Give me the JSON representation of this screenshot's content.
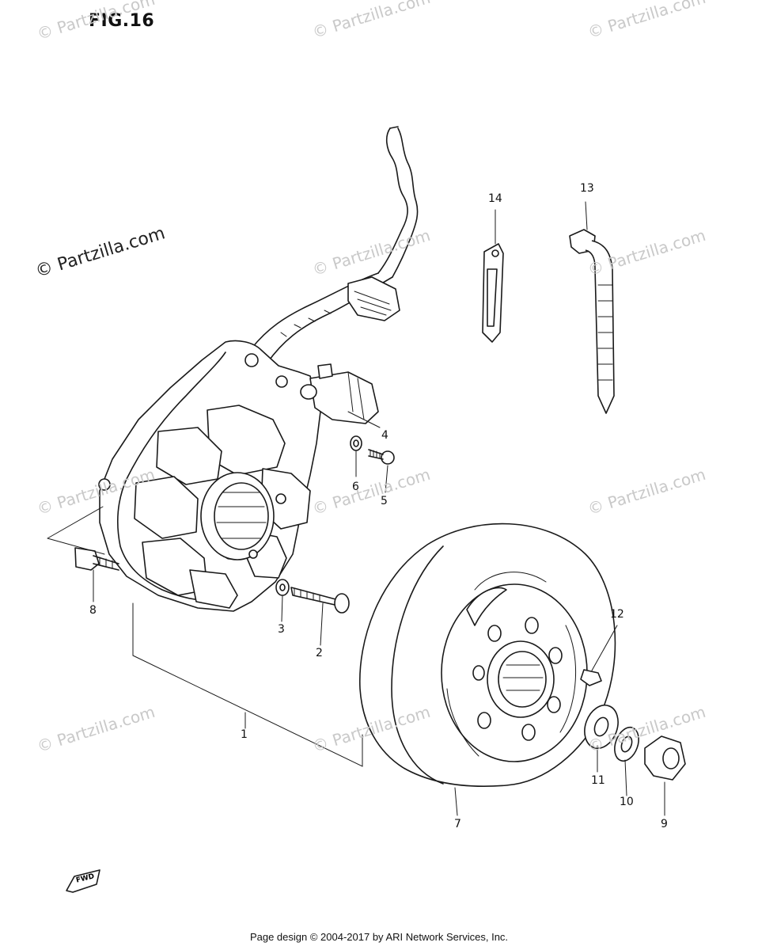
{
  "figure": {
    "title": "FIG.16"
  },
  "watermarks": [
    "© Partzilla.com",
    "© Partzilla.com",
    "© Partzilla.com",
    "© Partzilla.com",
    "© Partzilla.com",
    "© Partzilla.com",
    "© Partzilla.com",
    "© Partzilla.com",
    "© Partzilla.com",
    "© Partzilla.com",
    "© Partzilla.com",
    "© Partzilla.com"
  ],
  "callouts": [
    "1",
    "2",
    "3",
    "4",
    "5",
    "6",
    "7",
    "8",
    "9",
    "10",
    "11",
    "12",
    "13",
    "14"
  ],
  "fwd_label": "FWD",
  "footer": "Page design © 2004-2017 by ARI Network Services, Inc."
}
